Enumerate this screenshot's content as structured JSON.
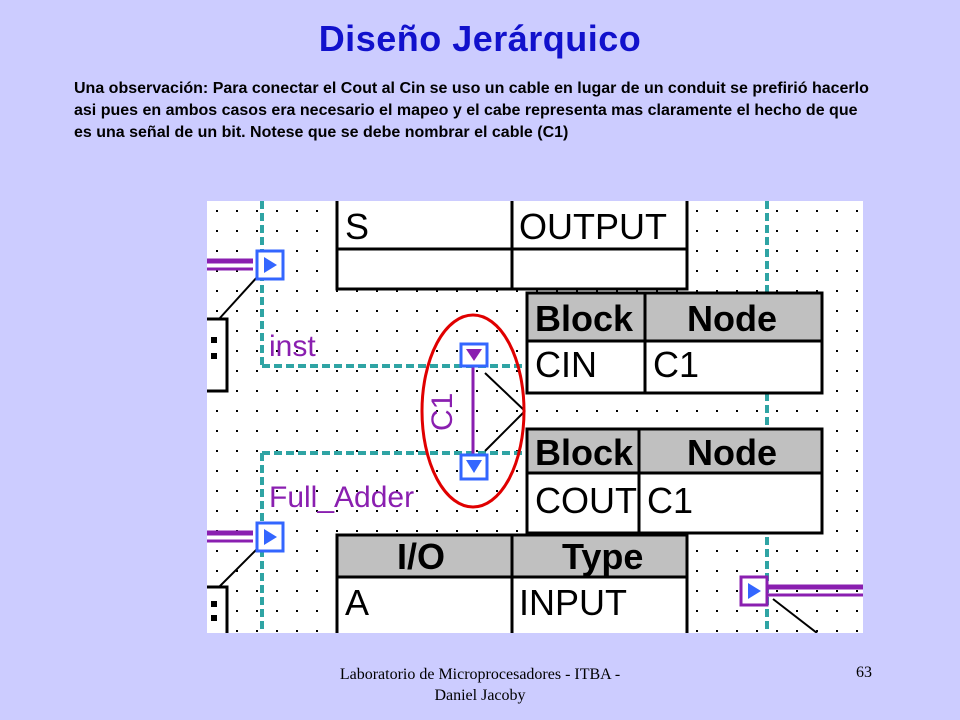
{
  "slide": {
    "title": "Diseño Jerárquico",
    "body": "Una observación: Para conectar el Cout al Cin se uso un cable en lugar de un conduit se prefirió hacerlo asi pues en ambos casos era necesario el mapeo y el cabe representa mas claramente el hecho de que es una señal de un bit. Notese que se debe nombrar el cable (C1)"
  },
  "schematic": {
    "top_table": {
      "row1": [
        "S",
        "OUTPUT"
      ]
    },
    "cin_table": {
      "headers": [
        "Block",
        "Node"
      ],
      "row": [
        "CIN",
        "C1"
      ]
    },
    "cout_table": {
      "headers": [
        "Block",
        "Node"
      ],
      "row": [
        "COUT",
        "C1"
      ]
    },
    "io_table": {
      "headers": [
        "I/O",
        "Type"
      ],
      "row": [
        "A",
        "INPUT"
      ]
    },
    "instance_label": "inst",
    "block_name": "Full_Adder",
    "wire_name": "C1",
    "colors": {
      "background": "#ccccff",
      "title": "#1111cc",
      "block_border": "#2fa4a4",
      "port": "#3366ff",
      "conduit": "#8a1fb0",
      "highlight": "#e00000",
      "table_header": "#c0c0c0"
    }
  },
  "footer": {
    "credit": "Laboratorio de Microprocesadores - ITBA -Daniel Jacoby",
    "page_number": "63"
  }
}
